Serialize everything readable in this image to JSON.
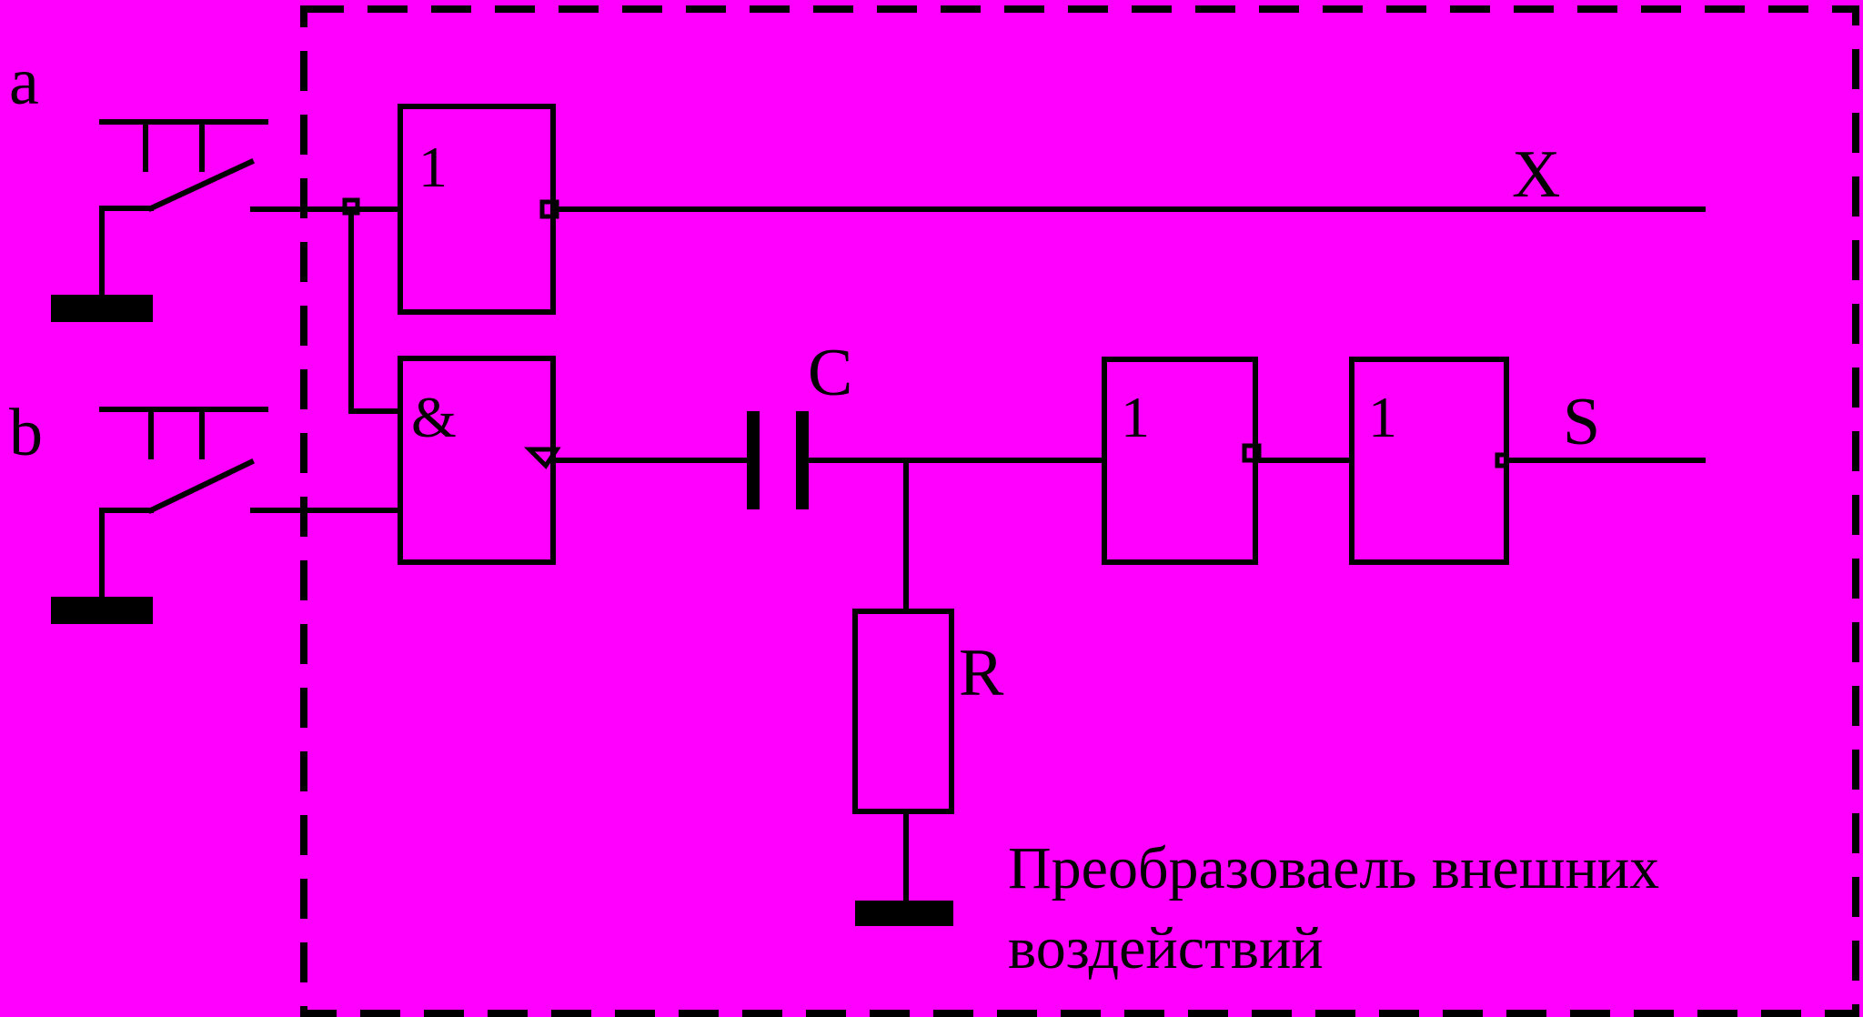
{
  "inputs": {
    "a": "a",
    "b": "b"
  },
  "gates": {
    "or_top": "1",
    "and": "&",
    "not_1": "1",
    "not_2": "1"
  },
  "components": {
    "capacitor": "C",
    "resistor": "R"
  },
  "outputs": {
    "x": "X",
    "s": "S"
  },
  "caption": {
    "line1": "Преобразоваель внешних",
    "line2": "воздействий"
  },
  "colors": {
    "background": "#ff00ff",
    "ink": "#000000"
  }
}
